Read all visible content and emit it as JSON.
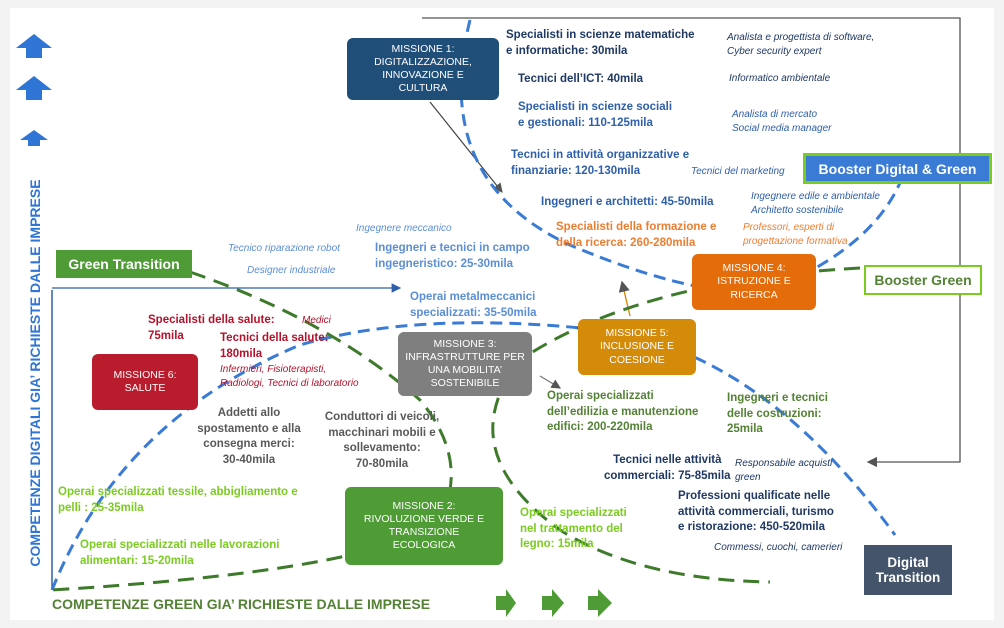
{
  "missions": {
    "m1": "MISSIONE 1:\nDIGITALIZZAZIONE,\nINNOVAZIONE E\nCULTURA",
    "m2": "MISSIONE 2:\nRIVOLUZIONE VERDE E\nTRANSIZIONE\nECOLOGICA",
    "m3": "MISSIONE 3:\nINFRASTRUTTURE PER\nUNA MOBILITA’\nSOSTENIBILE",
    "m4": "MISSIONE 4:\nISTRUZIONE E\nRICERCA",
    "m5": "MISSIONE 5:\nINCLUSIONE E\nCOESIONE",
    "m6": "MISSIONE 6:\nSALUTE"
  },
  "tags": {
    "booster_dg": "Booster Digital & Green",
    "booster_green": "Booster Green",
    "green_transition": "Green Transition",
    "digital_transition": "Digital\nTransition"
  },
  "axes": {
    "y_label": "COMPETENZE DIGITALI GIA’ RICHIESTE DALLE IMPRESE",
    "x_label": "COMPETENZE GREEN GIA’ RICHIESTE DALLE IMPRESE"
  },
  "colors": {
    "dark_blue_box": "#1f4e79",
    "green_box": "#4f9b35",
    "grey_box": "#7f7f7f",
    "orange_box": "#e46c0a",
    "gold_box": "#d48b09",
    "red_box": "#b91c2c",
    "blue_dash": "#3a7bd5",
    "green_dash": "#3d7a2a"
  },
  "texts": {
    "spec_mat": "Specialisti in scienze matematiche\ne informatiche: 30mila",
    "spec_mat_roles": "Analista e progettista di software,\nCyber security expert",
    "tec_ict": "Tecnici dell’ICT: 40mila",
    "tec_ict_roles": "Informatico ambientale",
    "spec_soc": "Specialisti in scienze sociali\ne gestionali:  110-125mila",
    "spec_soc_roles": "Analista di mercato\nSocial media manager",
    "tec_org": "Tecnici in attività organizzative e\nfinanziarie: 120-130mila",
    "tec_org_roles": "Tecnici del marketing",
    "ingegneri_arch": "Ingegneri e architetti: 45-50mila",
    "ingegneri_arch_roles": "Ingegnere edile e ambientale\nArchitetto sostenibile",
    "spec_form": "Specialisti della formazione e\ndella ricerca: 260-280mila",
    "spec_form_roles": "Professori, esperti di\nprogettazione formativa",
    "ing_mecc_role": "Ingegnere meccanico",
    "robot_role": "Tecnico riparazione robot",
    "designer_role": "Designer industriale",
    "ing_tec_campo": "Ingegneri e tecnici in campo\ningegneristico: 25-30mila",
    "operai_metal": "Operai metalmeccanici\nspecializzati: 35-50mila",
    "spec_salute": "Specialisti della salute:\n75mila",
    "medici": "Medici",
    "tec_salute": "Tecnici della salute:\n180mila",
    "tec_salute_roles": "Infermieri, Fisioterapisti,\nRadiologi, Tecnici di laboratorio",
    "addetti": "Addetti allo\nspostamento e alla\nconsegna merci:\n30-40mila",
    "conduttori": "Conduttori di veicoli,\nmacchinari mobili e\nsollevamento:\n70-80mila",
    "operai_edil": "Operai specializzati\ndell’edilizia e manutenzione\nedifici: 200-220mila",
    "ing_costr": "Ingegneri e tecnici\ndelle costruzioni:\n25mila",
    "tec_comm": "Tecnici nelle attività\ncommerciali:  75-85mila",
    "resp_acq": "Responsabile acquisti\ngreen",
    "prof_qual": "Professioni qualificate nelle\nattività commerciali, turismo\ne ristorazione: 450-520mila",
    "prof_qual_roles": "Commessi, cuochi, camerieri",
    "operai_tessili": "Operai specializzati tessile, abbigliamento e\npelli : 25-35mila",
    "operai_legno": "Operai specializzati\nnel trattamento del\nlegno: 15mila",
    "operai_alim": "Operai specializzati nelle lavorazioni\nalimentari: 15-20mila"
  }
}
